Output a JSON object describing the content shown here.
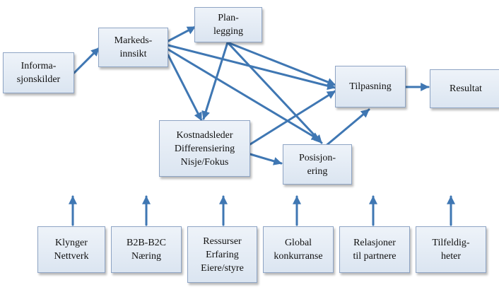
{
  "diagram": {
    "arrow_color": "#3f77b3",
    "box_fill": "#dbe5f1",
    "box_border": "#8ea4c4",
    "nodes": {
      "informasjonskilder": "Informa-\nsjonskilder",
      "markedsinnsikt": "Markeds-\ninnsikt",
      "planlegging": "Plan-\nlegging",
      "tilpasning": "Tilpasning",
      "resultat": "Resultat",
      "strategi": "Kostnadsleder\nDifferensiering\nNisje/Fokus",
      "posisjonering": "Posisjon-\nering"
    },
    "factors": {
      "klynger": "Klynger\nNettverk",
      "b2b": "B2B-B2C\nNæring",
      "ressurser": "Ressurser\nErfaring\nEiere/styre",
      "global": "Global\nkonkurranse",
      "relasjoner": "Relasjoner\ntil partnere",
      "tilfeldigheter": "Tilfeldig-\nheter"
    }
  }
}
